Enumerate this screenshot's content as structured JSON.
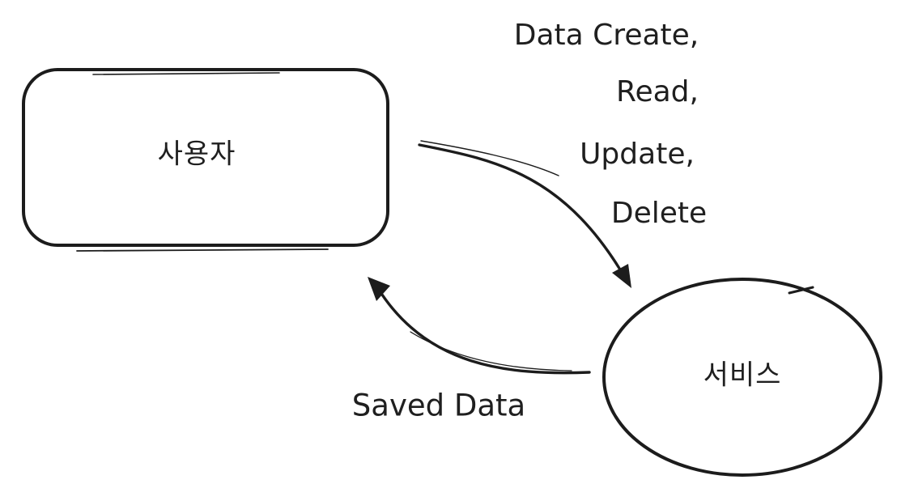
{
  "diagram": {
    "colors": {
      "stroke": "#1c1c1c",
      "text": "#1f1f1f",
      "background": "#ffffff"
    },
    "nodes": {
      "user": {
        "shape": "rounded-rectangle",
        "label": "사용자"
      },
      "service": {
        "shape": "ellipse",
        "label": "서비스"
      }
    },
    "edges": {
      "crud": {
        "from": "사용자",
        "to": "서비스",
        "lines": [
          "Data Create,",
          "Read,",
          "Update,",
          "Delete"
        ]
      },
      "saved": {
        "from": "서비스",
        "to": "사용자",
        "label": "Saved Data"
      }
    }
  }
}
